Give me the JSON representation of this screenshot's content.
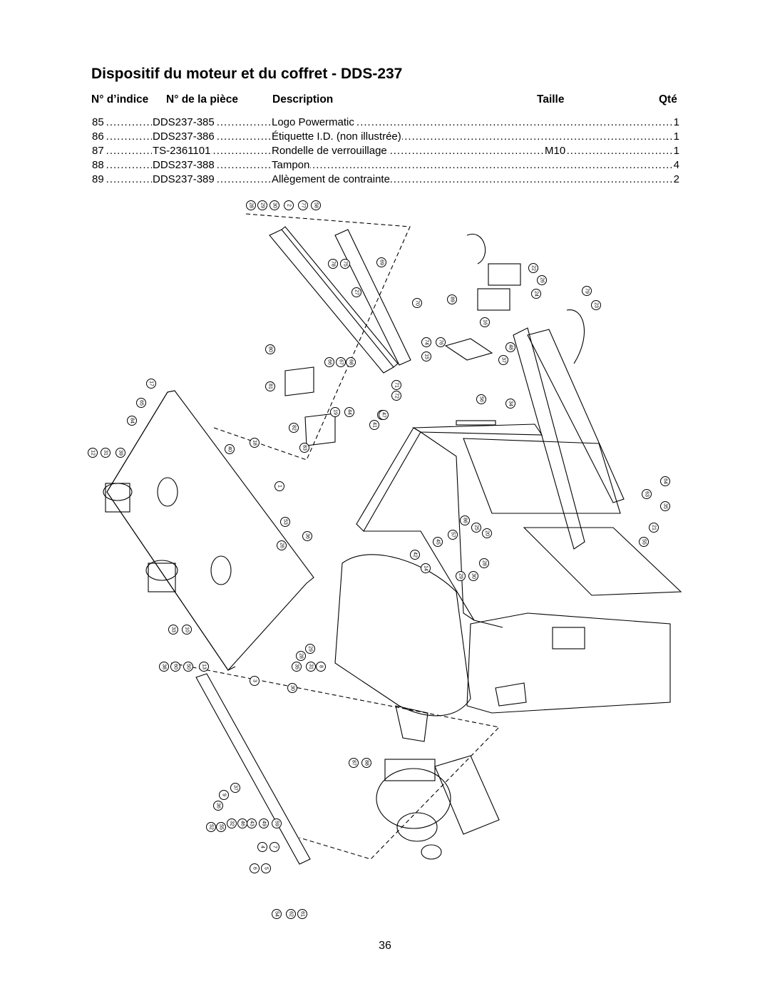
{
  "title": "Dispositif du moteur et du coffret - DDS-237",
  "headers": {
    "index": "N° d’indice",
    "part": "N° de la pièce",
    "description": "Description",
    "size": "Taille",
    "qty": "Qté"
  },
  "rows": [
    {
      "index": "85",
      "part": "DDS237-385",
      "description": "Logo Powermatic",
      "size": "",
      "qty": "1"
    },
    {
      "index": "86",
      "part": "DDS237-386",
      "description": "Étiquette I.D. (non illustrée)",
      "size": "",
      "qty": "1"
    },
    {
      "index": "87",
      "part": "TS-2361101",
      "description": "Rondelle de verrouillage",
      "size": "M10",
      "qty": "1"
    },
    {
      "index": "88",
      "part": "DDS237-388",
      "description": "Tampon",
      "size": "",
      "qty": "4"
    },
    {
      "index": "89",
      "part": "DDS237-389",
      "description": "Allègement de contrainte",
      "size": "",
      "qty": "2"
    }
  ],
  "diagram_callouts": [
    "28",
    "29",
    "30",
    "2",
    "77",
    "58",
    "78",
    "75",
    "69",
    "70",
    "27",
    "76",
    "79",
    "22",
    "26",
    "24",
    "89",
    "80",
    "74",
    "16",
    "73",
    "23",
    "15",
    "48",
    "37",
    "66",
    "67",
    "68",
    "81",
    "71",
    "72",
    "82",
    "83",
    "17",
    "65",
    "84",
    "12",
    "31",
    "39",
    "40",
    "18",
    "1",
    "56",
    "34",
    "35",
    "21",
    "55",
    "63",
    "64",
    "53",
    "36",
    "26",
    "19",
    "44",
    "41",
    "47",
    "42",
    "14",
    "45",
    "86",
    "25",
    "57",
    "20",
    "28",
    "29",
    "30",
    "3",
    "28",
    "29",
    "30",
    "38",
    "60",
    "50",
    "13",
    "33",
    "10",
    "35",
    "31",
    "8",
    "37",
    "9",
    "36",
    "32",
    "46",
    "43",
    "49",
    "59",
    "52",
    "55",
    "4",
    "7",
    "6",
    "5",
    "54",
    "62",
    "61",
    "87",
    "88"
  ],
  "page_number": "36"
}
